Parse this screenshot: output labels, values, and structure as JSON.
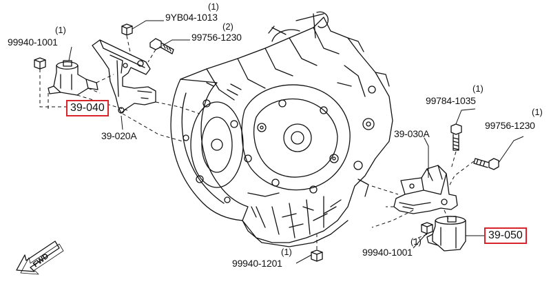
{
  "callouts": [
    {
      "id": "left_nut_qty",
      "text": "(1)"
    },
    {
      "id": "left_nut_part",
      "text": "99940-1001"
    },
    {
      "id": "top_nut_qty",
      "text": "(1)"
    },
    {
      "id": "top_nut_part",
      "text": "9YB04-1013"
    },
    {
      "id": "top_bolt_qty",
      "text": "(2)"
    },
    {
      "id": "top_bolt_part",
      "text": "99756-1230"
    },
    {
      "id": "left_bracket_part",
      "text": "39-020A"
    },
    {
      "id": "right_bolt_a_qty",
      "text": "(1)"
    },
    {
      "id": "right_bolt_a_part",
      "text": "99784-1035"
    },
    {
      "id": "right_bolt_b_qty",
      "text": "(1)"
    },
    {
      "id": "right_bolt_b_part",
      "text": "99756-1230"
    },
    {
      "id": "right_bracket_part",
      "text": "39-030A"
    },
    {
      "id": "right_nut_qty",
      "text": "(1)"
    },
    {
      "id": "right_nut_part",
      "text": "99940-1001"
    },
    {
      "id": "bottom_nut_qty",
      "text": "(1)"
    },
    {
      "id": "bottom_nut_part",
      "text": "99940-1201"
    }
  ],
  "highlighted_parts": {
    "left_mount": "39-040",
    "right_mount": "39-050",
    "highlight_color": "#d8232a"
  },
  "direction_arrow": {
    "label": "FWD",
    "icon": "fwd-arrow-icon"
  }
}
